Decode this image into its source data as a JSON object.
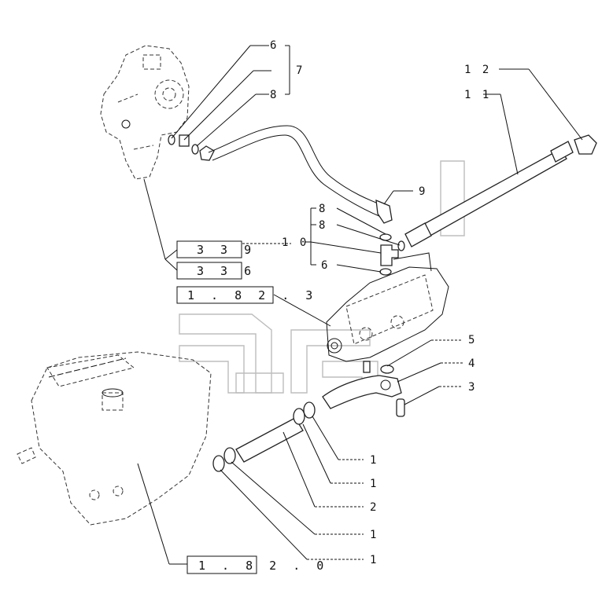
{
  "callouts": {
    "c6_top": "6",
    "c7": "7",
    "c8_top": "8",
    "c12": "1 2",
    "c11": "1 1",
    "c9": "9",
    "c8_a": "8",
    "c8_b": "8",
    "c10": "1 0",
    "c6_mid": "6",
    "c5": "5",
    "c4": "4",
    "c3": "3",
    "c1_a": "1",
    "c1_b": "1",
    "c2": "2",
    "c1_c": "1",
    "c1_d": "1"
  },
  "references": {
    "r339": "3 3 9",
    "r336": "3 3 6",
    "r1823": "1 . 8 2 . 3",
    "r1820": "1 . 8 2 . 0"
  }
}
